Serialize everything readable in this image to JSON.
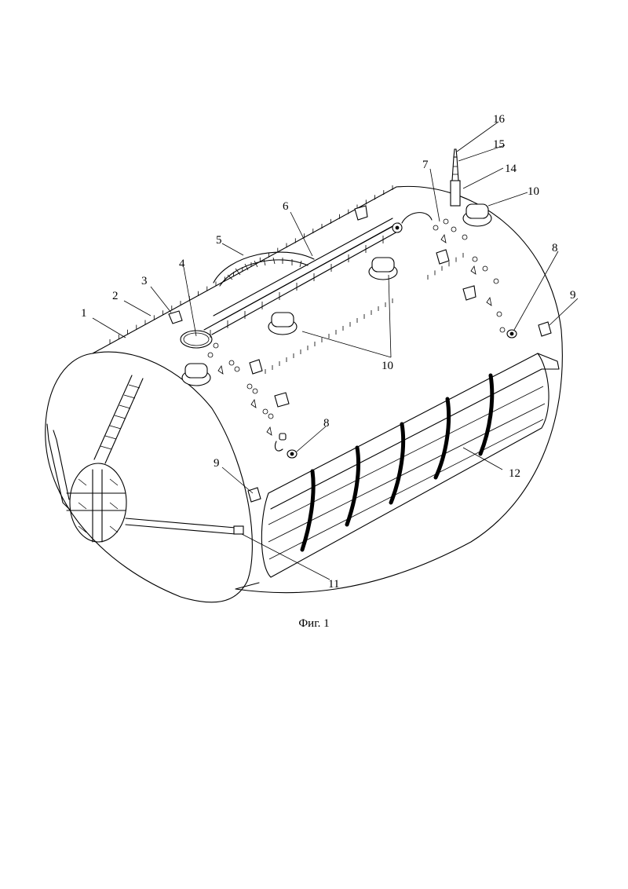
{
  "figure": {
    "caption": "Фиг. 1",
    "labels": {
      "l1": "1",
      "l2": "2",
      "l3": "3",
      "l4": "4",
      "l5": "5",
      "l6": "6",
      "l7": "7",
      "l8a": "8",
      "l8b": "8",
      "l9a": "9",
      "l9b": "9",
      "l10a": "10",
      "l10b": "10",
      "l11": "11",
      "l12": "12",
      "l14": "14",
      "l15": "15",
      "l16": "16"
    }
  }
}
